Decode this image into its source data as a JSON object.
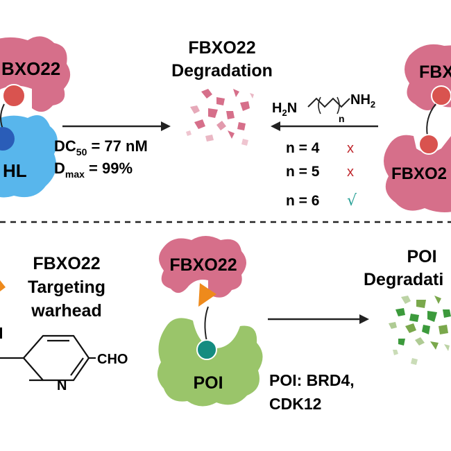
{
  "top_left": {
    "protein_label": "BXO22",
    "partner_label": "HL"
  },
  "top_center": {
    "title_line1": "FBXO22",
    "title_line2": "Degradation",
    "dc50_prefix": "DC",
    "dc50_sub": "50",
    "dc50_value": " = 77 nM",
    "dmax_prefix": "D",
    "dmax_sub": "max",
    "dmax_value": " = 99%"
  },
  "top_right": {
    "h2n": "H",
    "h2n_sub": "2",
    "h2n_n": "N",
    "nh2": "NH",
    "nh2_sub": "2",
    "chain_sub": "n",
    "conditions": [
      {
        "label": "n = 4",
        "mark": "x"
      },
      {
        "label": "n = 5",
        "mark": "x"
      },
      {
        "label": "n = 6",
        "mark": "√"
      }
    ],
    "protein_top_label": "FBX",
    "protein_bottom_label": "FBXO2"
  },
  "bottom_left": {
    "title_line1": "FBXO22",
    "title_line2": "Targeting",
    "title_line3": "warhead",
    "cho": "CHO",
    "n_atom": "N"
  },
  "bottom_center": {
    "protein_label": "FBXO22",
    "poi_label": "POI",
    "caption_line1": "POI: BRD4,",
    "caption_line2": "CDK12"
  },
  "bottom_right": {
    "title_line1": "POI",
    "title_line2": "Degradati"
  },
  "colors": {
    "fbxo22": "#d66f8a",
    "fbxo22_dark": "#c2577a",
    "vhl": "#58b6ec",
    "ligand_red": "#d9534f",
    "ligand_blue": "#2a5db8",
    "poi_green": "#9ac56a",
    "poi_dark": "#7aa84c",
    "teal": "#148c80",
    "warhead_orange": "#ee8a1c",
    "cross_red": "#c0282e",
    "check_teal": "#2aa197"
  }
}
